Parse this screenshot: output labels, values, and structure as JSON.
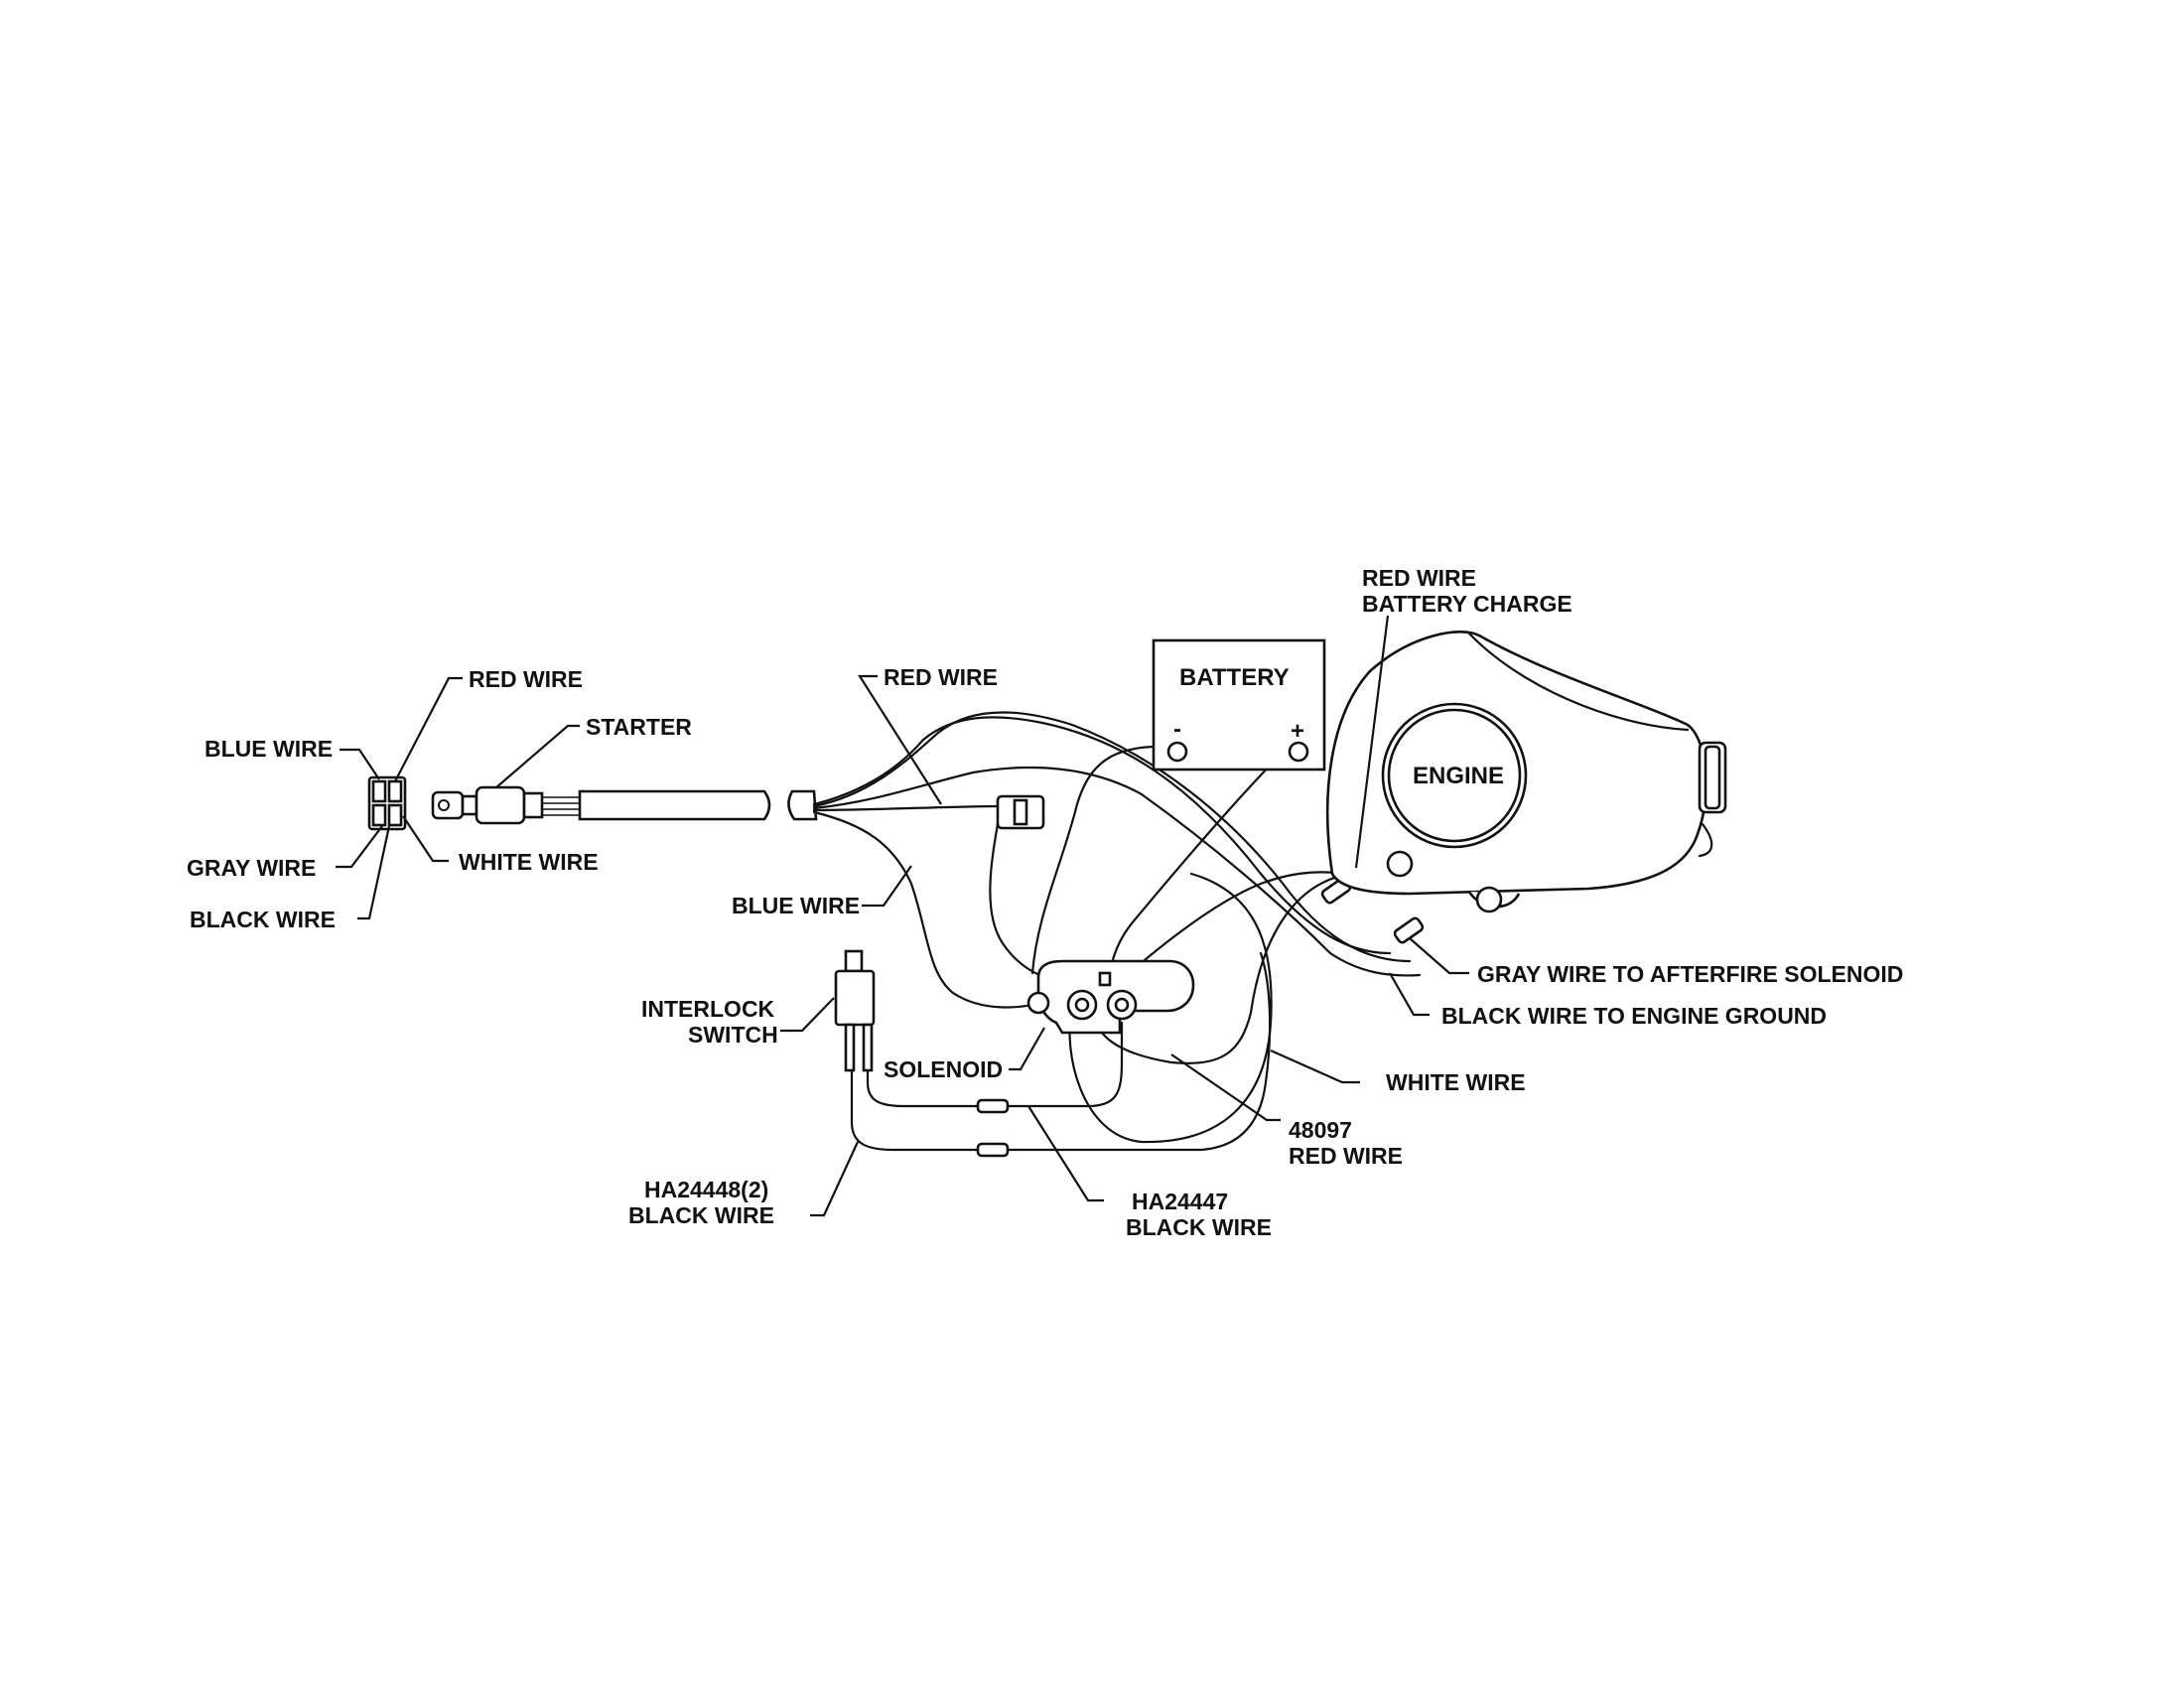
{
  "labels": {
    "blue_wire_left": "BLUE WIRE",
    "red_wire_left": "RED WIRE",
    "starter": "STARTER",
    "gray_wire": "GRAY WIRE",
    "white_wire_left": "WHITE WIRE",
    "black_wire_left": "BLACK WIRE",
    "red_wire_mid": "RED WIRE",
    "blue_wire_mid": "BLUE WIRE",
    "interlock_line1": "INTERLOCK",
    "interlock_line2": "SWITCH",
    "solenoid": "SOLENOID",
    "ha24448_line1": "HA24448(2)",
    "ha24448_line2": "BLACK WIRE",
    "ha24447_line1": "HA24447",
    "ha24447_line2": "BLACK WIRE",
    "red48097_line1": "48097",
    "red48097_line2": "RED WIRE",
    "white_wire_right": "WHITE WIRE",
    "battery_charge_line1": "RED WIRE",
    "battery_charge_line2": "BATTERY CHARGE",
    "gray_afterfire": "GRAY WIRE TO AFTERFIRE SOLENOID",
    "black_ground": "BLACK WIRE TO ENGINE GROUND"
  },
  "components": {
    "battery": "BATTERY",
    "battery_neg": "-",
    "battery_pos": "+",
    "engine": "ENGINE"
  }
}
